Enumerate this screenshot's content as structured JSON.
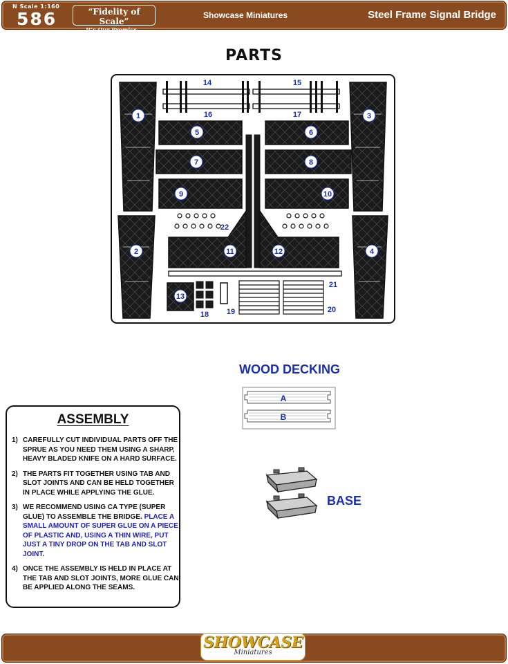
{
  "header": {
    "scale_label": "N Scale 1:160",
    "model_number": "586",
    "slogan_title": "“Fidelity of Scale”",
    "slogan_sub": "It’s Our Promise...",
    "brand": "Showcase Miniatures",
    "product": "Steel Frame Signal Bridge"
  },
  "parts": {
    "title": "PARTS",
    "numbers": [
      "1",
      "2",
      "3",
      "4",
      "5",
      "6",
      "7",
      "8",
      "9",
      "10",
      "11",
      "12",
      "13",
      "14",
      "15",
      "16",
      "17",
      "18",
      "19",
      "20",
      "21",
      "22"
    ]
  },
  "wood_decking": {
    "title": "WOOD DECKING",
    "pieces": [
      "A",
      "B"
    ]
  },
  "base": {
    "label": "BASE"
  },
  "assembly": {
    "title": "ASSEMBLY",
    "steps": [
      {
        "num": "1)",
        "text": "CAREFULLY CUT INDIVIDUAL PARTS OFF THE SPRUE AS YOU NEED THEM USING A SHARP, HEAVY BLADED KNIFE ON A HARD SURFACE.",
        "blue": ""
      },
      {
        "num": "2)",
        "text": "THE PARTS FIT TOGETHER USING TAB AND SLOT JOINTS AND CAN BE HELD TOGETHER IN PLACE WHILE APPLYING THE GLUE.",
        "blue": ""
      },
      {
        "num": "3)",
        "text": "WE RECOMMEND USING CA TYPE (SUPER GLUE) TO ASSEMBLE THE BRIDGE.",
        "blue": "PLACE A SMALL AMOUNT OF SUPER GLUE ON A PIECE OF PLASTIC AND, USING A THIN WIRE, PUT JUST A TINY DROP ON THE TAB AND SLOT JOINT."
      },
      {
        "num": "4)",
        "text": "ONCE THE ASSEMBLY IS HELD IN PLACE AT THE TAB AND SLOT JOINTS, MORE GLUE CAN BE APPLIED ALONG THE SEAMS.",
        "blue": ""
      }
    ]
  },
  "footer": {
    "logo_main": "SHOWCASE",
    "logo_sub": "Miniatures"
  },
  "colors": {
    "header_brown": "#8a4a1f",
    "label_blue": "#1a2fb0",
    "instruction_blue": "#2020c0",
    "logo_gold": "#d4a21a"
  }
}
